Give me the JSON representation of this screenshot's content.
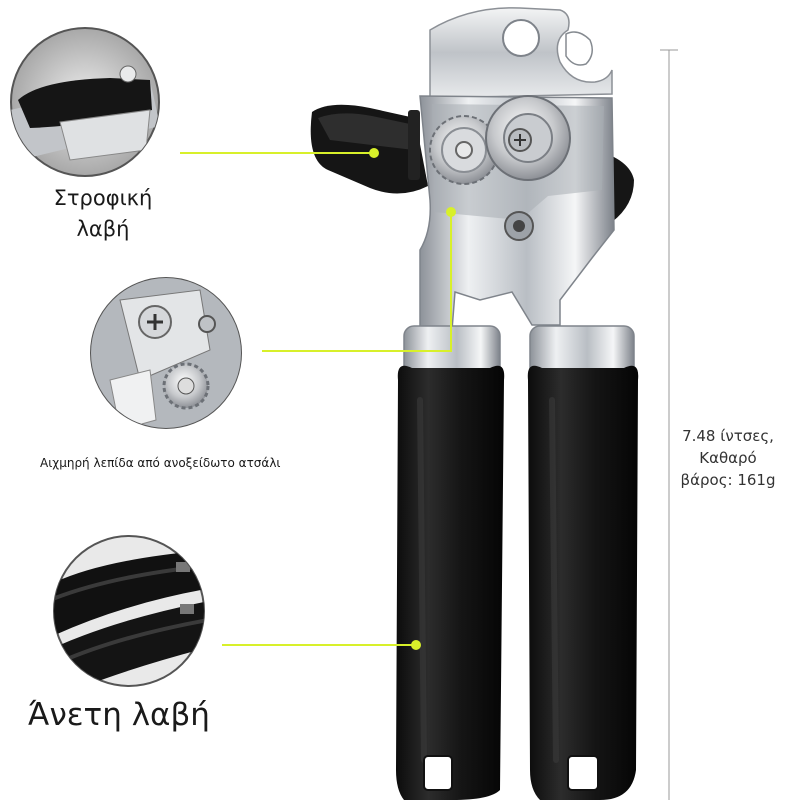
{
  "callouts": {
    "swivel_handle": {
      "line1": "Στροφική",
      "line2": "λαβή"
    },
    "blade": {
      "text": "Αιχμηρή λεπίδα από ανοξείδωτο ατσάλι"
    },
    "comfort_grip": {
      "text": "Άνετη λαβή"
    }
  },
  "specs": {
    "line1": "7.48 ίντσες,",
    "line2": "Καθαρό",
    "line3": "βάρος: 161g"
  },
  "colors": {
    "accent_line": "#d8f02a",
    "handle_rubber": "#161616",
    "chrome": "#c9ccd0"
  },
  "icons": [
    "can-opener-product",
    "swivel-handle-detail",
    "blade-detail",
    "grip-detail"
  ]
}
